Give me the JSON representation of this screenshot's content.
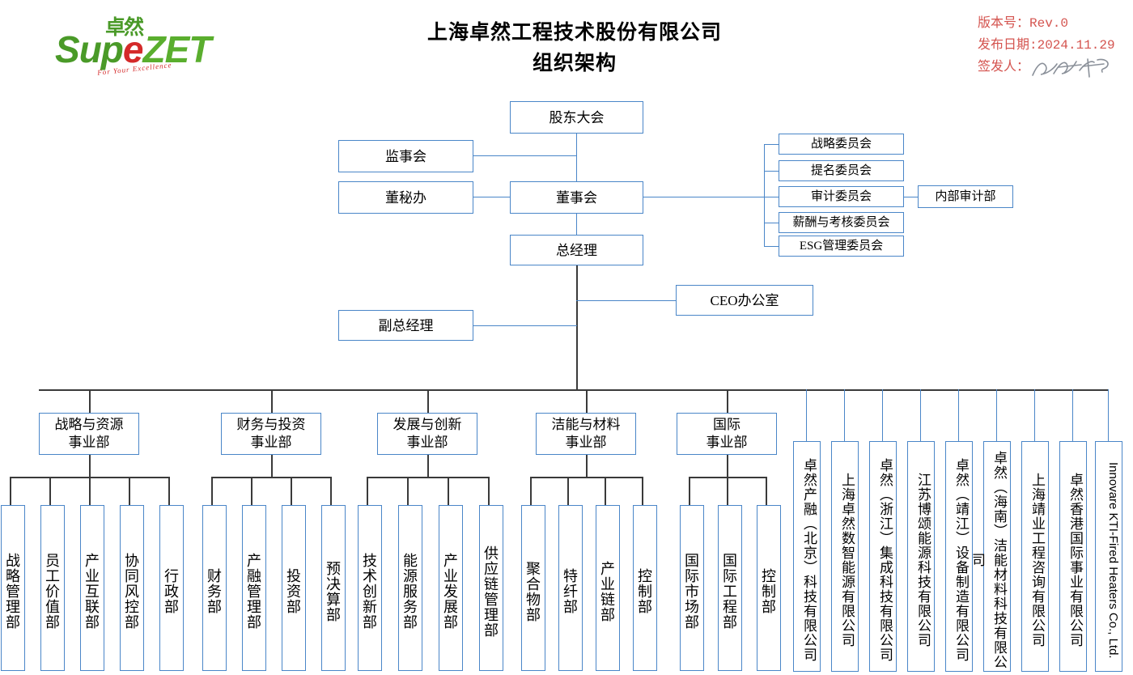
{
  "header": {
    "logo": {
      "cn": "卓然",
      "s": "S",
      "u": "up",
      "e": "e",
      "zet": "ZET",
      "tagline": "For Your Excellence"
    },
    "title_line1": "上海卓然工程技术股份有限公司",
    "title_line2": "组织架构",
    "meta": {
      "version_label": "版本号：Rev.0",
      "date_label": "发布日期:2024.11.29",
      "issuer_label": "签发人："
    },
    "accent_red": "#d4544f",
    "logo_green": "#4a9a28",
    "logo_red": "#d42a2a"
  },
  "colors": {
    "box_border": "#4a86c8",
    "connector_blue": "#4a86c8",
    "connector_dark": "#3a3a3a"
  },
  "top": {
    "shareholders": "股东大会",
    "supervisory": "监事会",
    "board_secretary": "董秘办",
    "board": "董事会",
    "general_manager": "总经理",
    "deputy_general_manager": "副总经理",
    "ceo_office": "CEO办公室"
  },
  "committees": [
    {
      "label": "战略委员会"
    },
    {
      "label": "提名委员会"
    },
    {
      "label": "审计委员会"
    },
    {
      "label": "薪酬与考核委员会"
    },
    {
      "label": "ESG管理委员会"
    }
  ],
  "audit_sub": "内部审计部",
  "divisions": [
    {
      "line1": "战略与资源",
      "line2": "事业部",
      "departments": [
        "战略管理部",
        "员工价值部",
        "产业互联部",
        "协同风控部",
        "行政部"
      ]
    },
    {
      "line1": "财务与投资",
      "line2": "事业部",
      "departments": [
        "财务部",
        "产融管理部",
        "投资部",
        "预决算部"
      ]
    },
    {
      "line1": "发展与创新",
      "line2": "事业部",
      "departments": [
        "技术创新部",
        "能源服务部",
        "产业发展部",
        "供应链管理部"
      ]
    },
    {
      "line1": "洁能与材料",
      "line2": "事业部",
      "departments": [
        "聚合物部",
        "特纤部",
        "产业链部",
        "控制部"
      ]
    },
    {
      "line1": "国际",
      "line2": "事业部",
      "departments": [
        "国际市场部",
        "国际工程部",
        "控制部"
      ]
    }
  ],
  "subsidiaries": [
    {
      "name": "卓然产融（北京）科技有限公司",
      "latin": false
    },
    {
      "name": "上海卓然数智能源有限公司",
      "latin": false
    },
    {
      "name": "卓然（浙江）集成科技有限公司",
      "latin": false
    },
    {
      "name": "江苏博颂能源科技有限公司",
      "latin": false
    },
    {
      "name": "卓然（靖江）设备制造有限公司",
      "latin": false
    },
    {
      "name": "卓然（海南）洁能材料科技有限公司",
      "latin": false
    },
    {
      "name": "上海靖业工程咨询有限公司",
      "latin": false
    },
    {
      "name": "卓然香港国际事业有限公司",
      "latin": false
    },
    {
      "name": "Innovare KTI-Fired Heaters Co., Ltd.",
      "latin": true
    }
  ]
}
